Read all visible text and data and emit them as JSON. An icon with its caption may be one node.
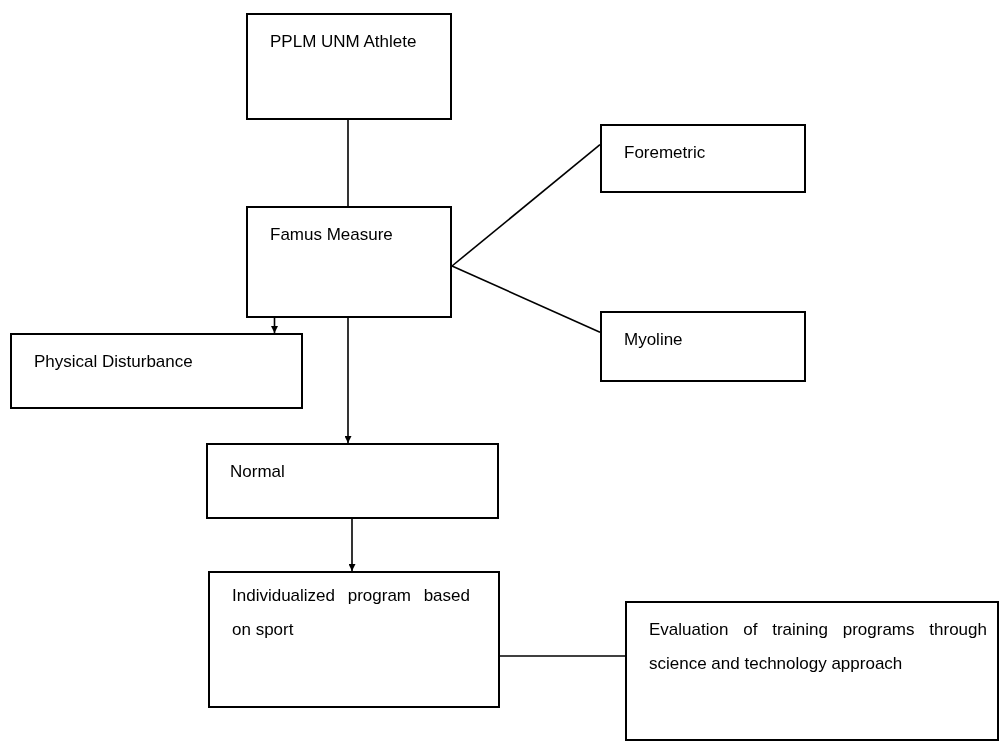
{
  "diagram": {
    "nodes": [
      {
        "text": [
          "PPLM UNM Athlete"
        ]
      },
      {
        "text": [
          "Famus Measure"
        ]
      },
      {
        "text": [
          "Foremetric"
        ]
      },
      {
        "text": [
          "Myoline"
        ]
      },
      {
        "text": [
          "Physical Disturbance"
        ]
      },
      {
        "text": [
          "Normal"
        ]
      },
      {
        "text": [
          "Individualized program based on sport"
        ]
      },
      {
        "text": [
          "Evaluation of training programs through science and technology approach"
        ]
      }
    ],
    "edges": [
      {
        "from": 0,
        "to": 1,
        "arrow": "none"
      },
      {
        "from": 1,
        "to": 2,
        "arrow": "none"
      },
      {
        "from": 1,
        "to": 3,
        "arrow": "none"
      },
      {
        "from": 1,
        "to": 4,
        "arrow": "to"
      },
      {
        "from": 1,
        "to": 5,
        "arrow": "to"
      },
      {
        "from": 5,
        "to": 6,
        "arrow": "to"
      },
      {
        "from": 6,
        "to": 7,
        "arrow": "none"
      }
    ]
  }
}
